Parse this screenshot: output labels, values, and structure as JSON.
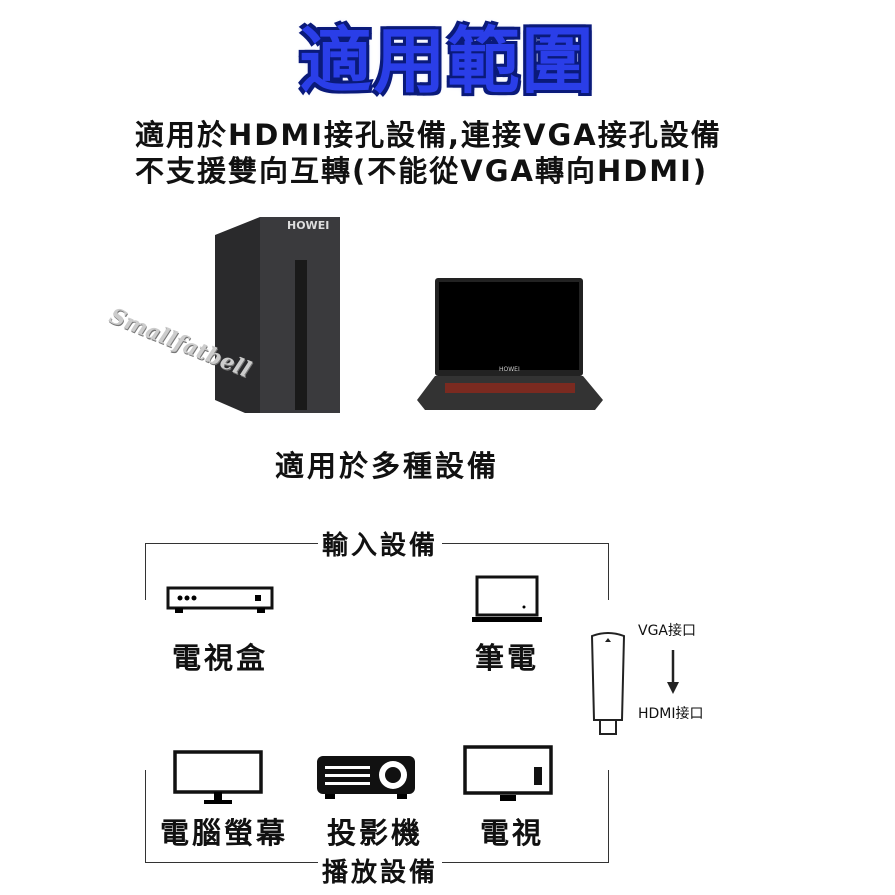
{
  "title": "適用範圍",
  "lines": [
    "適用於HDMI接孔設備,連接VGA接孔設備",
    "不支援雙向互轉(不能從VGA轉向HDMI)"
  ],
  "photos": {
    "tower_brand": "HOWEI",
    "laptop_brand": "HOWEI",
    "watermark": "Smallfatbell",
    "caption": "適用於多種設備"
  },
  "diagram": {
    "input_label": "輸入設備",
    "output_label": "播放設備",
    "inputs": [
      "電視盒",
      "筆電"
    ],
    "outputs": [
      "電腦螢幕",
      "投影機",
      "電視"
    ],
    "adapter": {
      "from": "VGA接口",
      "to": "HDMI接口"
    }
  }
}
